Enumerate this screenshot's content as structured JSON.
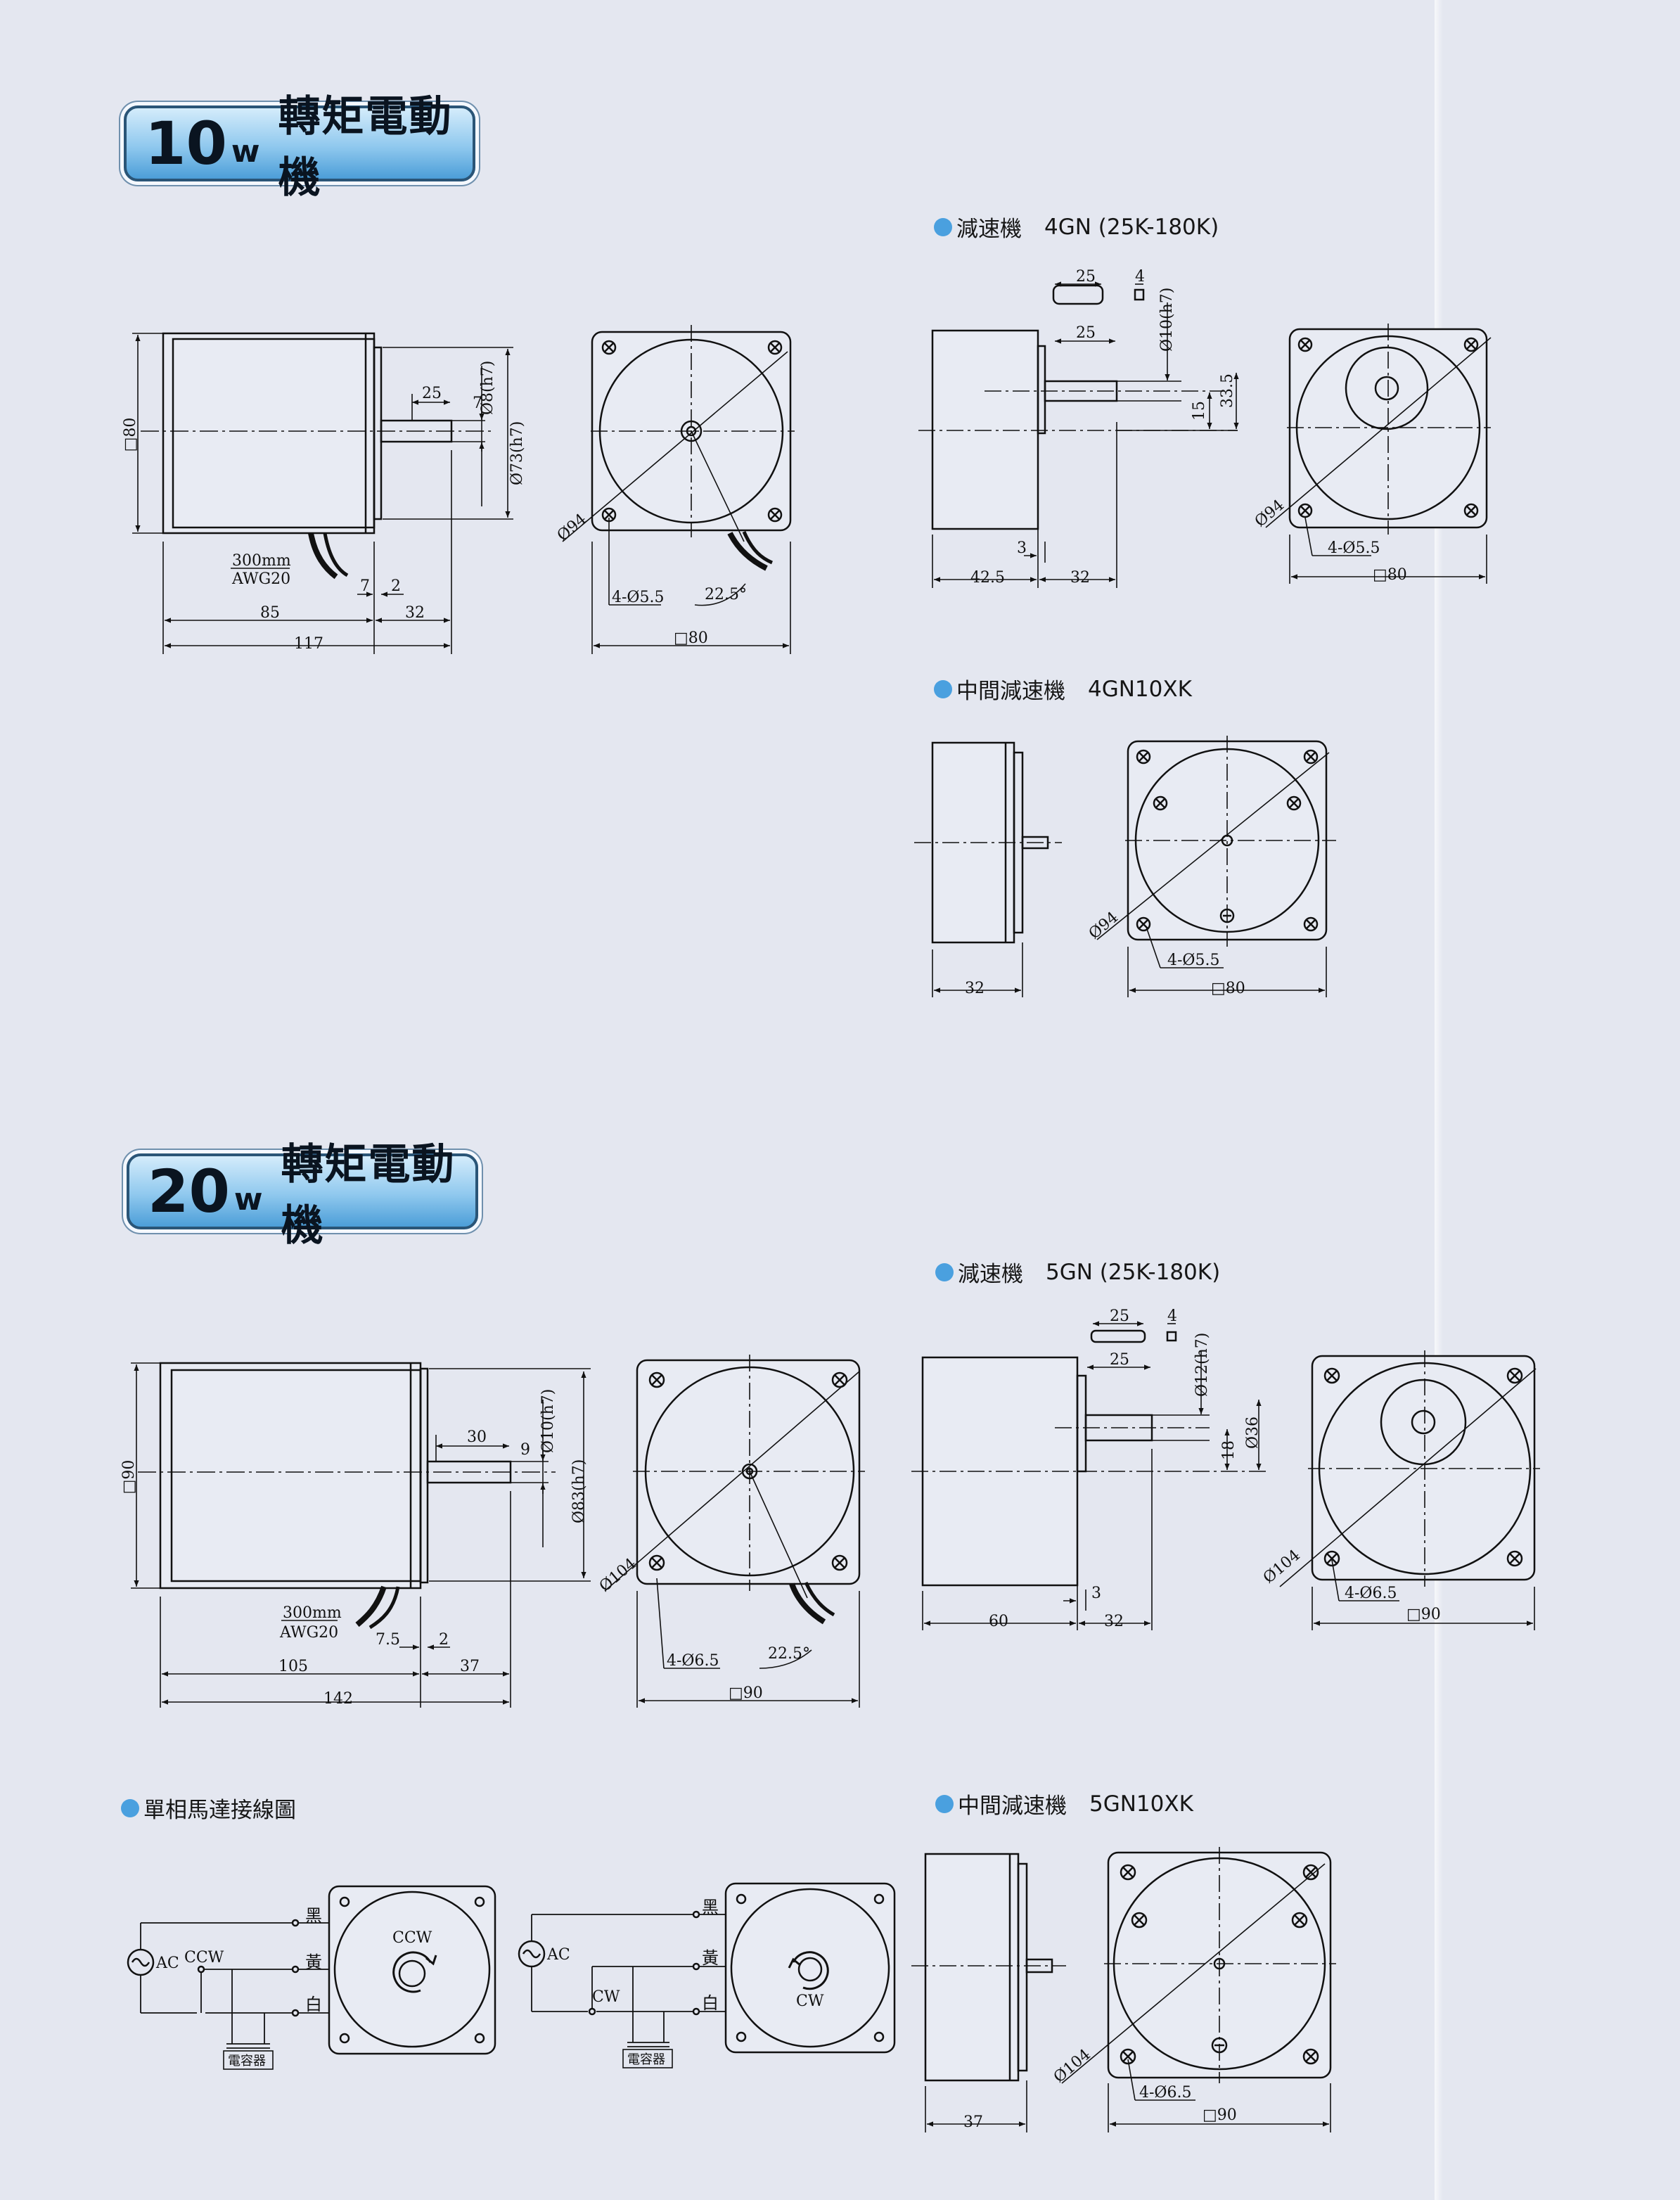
{
  "sections": {
    "w10": {
      "power": "10",
      "unit": "w",
      "name": "轉矩電動機"
    },
    "w20": {
      "power": "20",
      "unit": "w",
      "name": "轉矩電動機"
    }
  },
  "titles": {
    "gear4": {
      "label": "減速機",
      "model": "4GN (25K-180K)"
    },
    "mid4": {
      "label": "中間減速機",
      "model": "4GN10XK"
    },
    "gear5": {
      "label": "減速機",
      "model": "5GN (25K-180K)"
    },
    "mid5": {
      "label": "中間減速機",
      "model": "5GN10XK"
    },
    "wiring": {
      "label": "單相馬達接線圖",
      "model": ""
    }
  },
  "dims10": {
    "sq": "□80",
    "cable": "300mm",
    "awg": "AWG20",
    "key": "25",
    "key_h": "7",
    "shaft_d": "Ø8(h7)",
    "pilot_d": "Ø73(h7)",
    "d7": "7",
    "d2": "2",
    "body": "85",
    "shaft": "32",
    "total": "117",
    "pcd": "Ø94",
    "holes": "4-Ø5.5",
    "angle": "22.5°",
    "front_sq": "□80"
  },
  "gear4": {
    "key": "25",
    "key_w": "4",
    "shaft_d": "Ø10(h7)",
    "shaft_len": "25",
    "off": "15",
    "off2": "33.5",
    "d3": "3",
    "body": "42.5",
    "shaft": "32",
    "pcd": "Ø94",
    "holes": "4-Ø5.5",
    "sq": "□80"
  },
  "mid4": {
    "body": "32",
    "pcd": "Ø94",
    "holes": "4-Ø5.5",
    "sq": "□80"
  },
  "dims20": {
    "sq": "□90",
    "cable": "300mm",
    "awg": "AWG20",
    "key": "30",
    "key_h": "9",
    "shaft_d": "Ø10(h7)",
    "pilot_d": "Ø83(h7)",
    "d7": "7.5",
    "d2": "2",
    "body": "105",
    "shaft": "37",
    "total": "142",
    "pcd": "Ø104",
    "holes": "4-Ø6.5",
    "angle": "22.5°",
    "front_sq": "□90"
  },
  "gear5": {
    "key": "25",
    "key_w": "4",
    "shaft_d": "Ø12(h7)",
    "shaft_len": "25",
    "off": "18",
    "off2": "Ø36",
    "d3": "3",
    "body": "60",
    "shaft": "32",
    "pcd": "Ø104",
    "holes": "4-Ø6.5",
    "sq": "□90"
  },
  "mid5": {
    "body": "37",
    "pcd": "Ø104",
    "holes": "4-Ø6.5",
    "sq": "□90"
  },
  "wiring": {
    "ac": "AC",
    "ccw": "CCW",
    "cw": "CW",
    "black": "黑",
    "yellow": "黃",
    "white": "白",
    "capacitor": "電容器"
  }
}
